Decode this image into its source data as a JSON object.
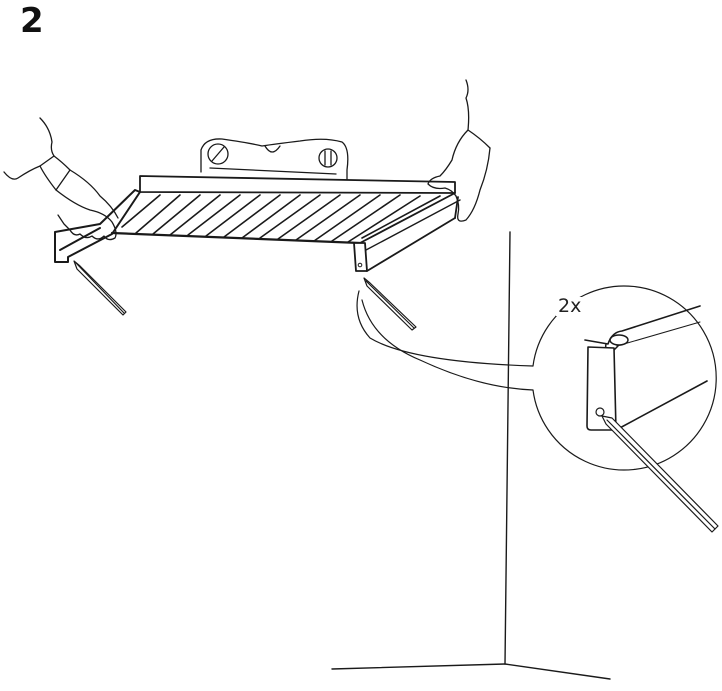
{
  "step": {
    "number": "2"
  },
  "detail": {
    "quantity_label": "2x"
  },
  "illustration": {
    "description": "Two hands hold a slatted shelf against the wall with a spirit level on top; pencils mark the holes in both side brackets",
    "parts": [
      "slatted-shelf",
      "left-bracket",
      "right-bracket",
      "spirit-level",
      "left-hand",
      "right-hand",
      "pencil-left",
      "pencil-right",
      "detail-magnifier",
      "wall-corner"
    ],
    "colors": {
      "line": "#1a1a1a",
      "background": "#ffffff"
    }
  }
}
